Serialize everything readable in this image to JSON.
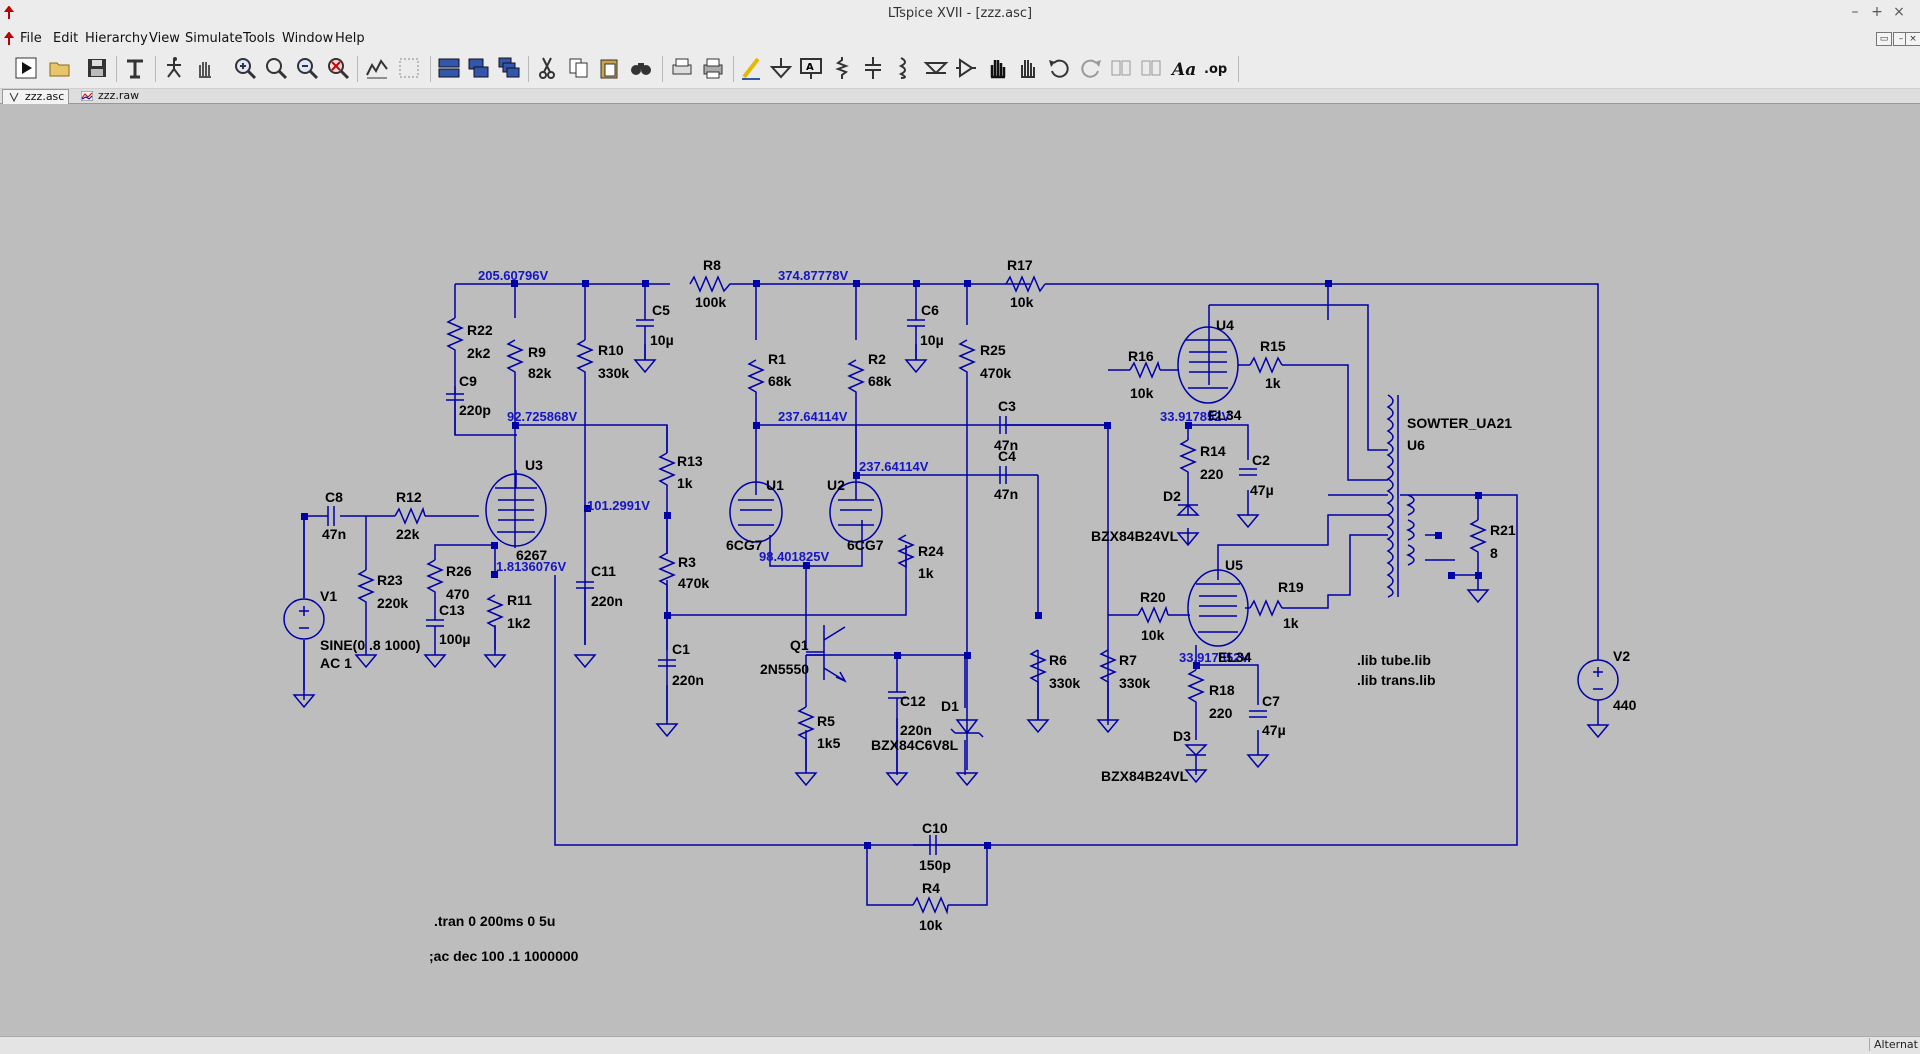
{
  "window": {
    "title": "LTspice XVII - [zzz.asc]",
    "minimize": "–",
    "maximize": "+",
    "close": "×"
  },
  "menu": [
    "File",
    "Edit",
    "Hierarchy",
    "View",
    "Simulate",
    "Tools",
    "Window",
    "Help"
  ],
  "toolbar_icons": [
    "run-icon",
    "open-icon",
    "save-icon",
    "control-panel-icon",
    "halt-icon",
    "pan-icon",
    "zoom-in-icon",
    "zoom-area-icon",
    "zoom-out-icon",
    "zoom-cancel-icon",
    "autorange-icon",
    "fit-icon",
    "tile-horizontal-icon",
    "tile-vertical-icon",
    "cascade-icon",
    "cut-icon",
    "copy-icon",
    "paste-icon",
    "find-icon",
    "print-preview-icon",
    "print-icon",
    "draw-wire-icon",
    "ground-icon",
    "label-net-icon",
    "resistor-icon",
    "capacitor-icon",
    "inductor-icon",
    "diode-icon",
    "component-icon",
    "move-icon",
    "drag-icon",
    "undo-icon",
    "redo-icon",
    "rotate-icon",
    "mirror-icon",
    "text-icon",
    "spice-directive-icon"
  ],
  "tabs": [
    {
      "label": "zzz.asc",
      "active": true
    },
    {
      "label": "zzz.raw",
      "active": false
    }
  ],
  "status": {
    "text": "Alternat"
  },
  "schematic": {
    "components": [
      {
        "id": "R22",
        "value": "2k2"
      },
      {
        "id": "R9",
        "value": "82k"
      },
      {
        "id": "R10",
        "value": "330k"
      },
      {
        "id": "C5",
        "value": "10µ"
      },
      {
        "id": "R8",
        "value": "100k"
      },
      {
        "id": "R1",
        "value": "68k"
      },
      {
        "id": "R2",
        "value": "68k"
      },
      {
        "id": "C6",
        "value": "10µ"
      },
      {
        "id": "R17",
        "value": "10k"
      },
      {
        "id": "R25",
        "value": "470k"
      },
      {
        "id": "C9",
        "value": "220p"
      },
      {
        "id": "U3",
        "value": "6267"
      },
      {
        "id": "R13",
        "value": "1k"
      },
      {
        "id": "U1",
        "value": "6CG7"
      },
      {
        "id": "U2",
        "value": "6CG7"
      },
      {
        "id": "C3",
        "value": "47n"
      },
      {
        "id": "C4",
        "value": "47n"
      },
      {
        "id": "C8",
        "value": "47n"
      },
      {
        "id": "R12",
        "value": "22k"
      },
      {
        "id": "R23",
        "value": "220k"
      },
      {
        "id": "R26",
        "value": "470"
      },
      {
        "id": "C13",
        "value": "100µ"
      },
      {
        "id": "R11",
        "value": "1k2"
      },
      {
        "id": "C11",
        "value": "220n"
      },
      {
        "id": "R3",
        "value": "470k"
      },
      {
        "id": "R24",
        "value": "1k"
      },
      {
        "id": "C1",
        "value": "220n"
      },
      {
        "id": "Q1",
        "value": "2N5550"
      },
      {
        "id": "R5",
        "value": "1k5"
      },
      {
        "id": "C12",
        "value": "220n"
      },
      {
        "id": "D1",
        "value": "BZX84C6V8L"
      },
      {
        "id": "R6",
        "value": "330k"
      },
      {
        "id": "R7",
        "value": "330k"
      },
      {
        "id": "R16",
        "value": "10k"
      },
      {
        "id": "U4",
        "value": "EL34"
      },
      {
        "id": "R15",
        "value": "1k"
      },
      {
        "id": "R14",
        "value": "220"
      },
      {
        "id": "C2",
        "value": "47µ"
      },
      {
        "id": "D2",
        "value": "BZX84B24VL"
      },
      {
        "id": "R20",
        "value": "10k"
      },
      {
        "id": "U5",
        "value": "EL34"
      },
      {
        "id": "R19",
        "value": "1k"
      },
      {
        "id": "R18",
        "value": "220"
      },
      {
        "id": "C7",
        "value": "47µ"
      },
      {
        "id": "D3",
        "value": "BZX84B24VL"
      },
      {
        "id": "U6",
        "value": "SOWTER_UA21"
      },
      {
        "id": "R21",
        "value": "8"
      },
      {
        "id": "V1",
        "value": "SINE(0 .8 1000)",
        "value2": "AC 1"
      },
      {
        "id": "V2",
        "value": "440"
      },
      {
        "id": "C10",
        "value": "150p"
      },
      {
        "id": "R4",
        "value": "10k"
      }
    ],
    "node_voltages": [
      "205.60796V",
      "374.87778V",
      "92.725868V",
      "237.64114V",
      "237.64114V",
      "101.2991V",
      "1.8136076V",
      "98.401825V",
      "33.917852V",
      "33.917852V"
    ],
    "directives": [
      ".lib tube.lib",
      ".lib trans.lib",
      ".tran 0 200ms 0 5u",
      ";ac dec 100 .1 1000000"
    ]
  }
}
